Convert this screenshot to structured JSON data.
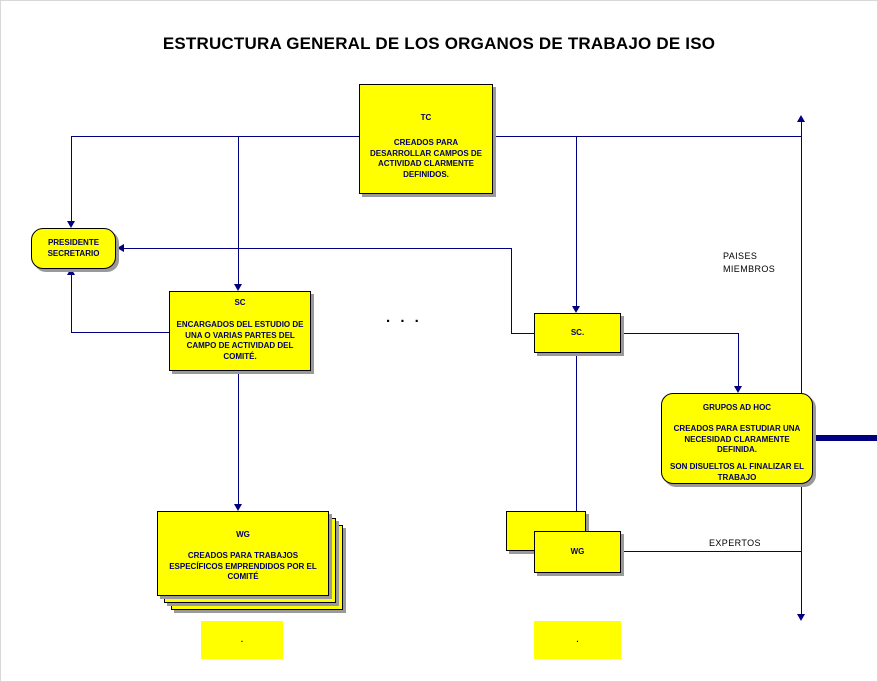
{
  "title": "ESTRUCTURA GENERAL DE LOS ORGANOS DE TRABAJO DE ISO",
  "nodes": {
    "tc": {
      "label": "TC",
      "desc": "CREADOS PARA DESARROLLAR CAMPOS DE ACTIVIDAD CLARMENTE DEFINIDOS."
    },
    "presidente": {
      "line1": "PRESIDENTE",
      "line2": "SECRETARIO"
    },
    "sc_left": {
      "label": "SC",
      "desc": "ENCARGADOS DEL ESTUDIO DE UNA O VARIAS PARTES DEL CAMPO DE ACTIVIDAD DEL COMITÉ."
    },
    "sc_right": {
      "label": "SC."
    },
    "grupos_ad_hoc": {
      "label": "GRUPOS AD HOC",
      "desc1": "CREADOS PARA ESTUDIAR UNA NECESIDAD CLARAMENTE DEFINIDA.",
      "desc2": "SON DISUELTOS AL FINALIZAR EL TRABAJO"
    },
    "wg_left": {
      "label": "WG",
      "desc": "CREADOS PARA TRABAJOS ESPECÍFICOS EMPRENDIDOS POR EL COMITÉ"
    },
    "wg_right": {
      "label": "WG"
    },
    "bottom_left": {
      "label": "."
    },
    "bottom_right": {
      "label": "."
    }
  },
  "annotations": {
    "ellipsis": ". . .",
    "paises_line1": "PAISES",
    "paises_line2": "MIEMBROS",
    "expertos": "EXPERTOS"
  },
  "colors": {
    "node_fill": "#FFFF00",
    "node_border": "#000000",
    "connector": "#000080",
    "node_text": "#000066",
    "title_text": "#000000"
  }
}
